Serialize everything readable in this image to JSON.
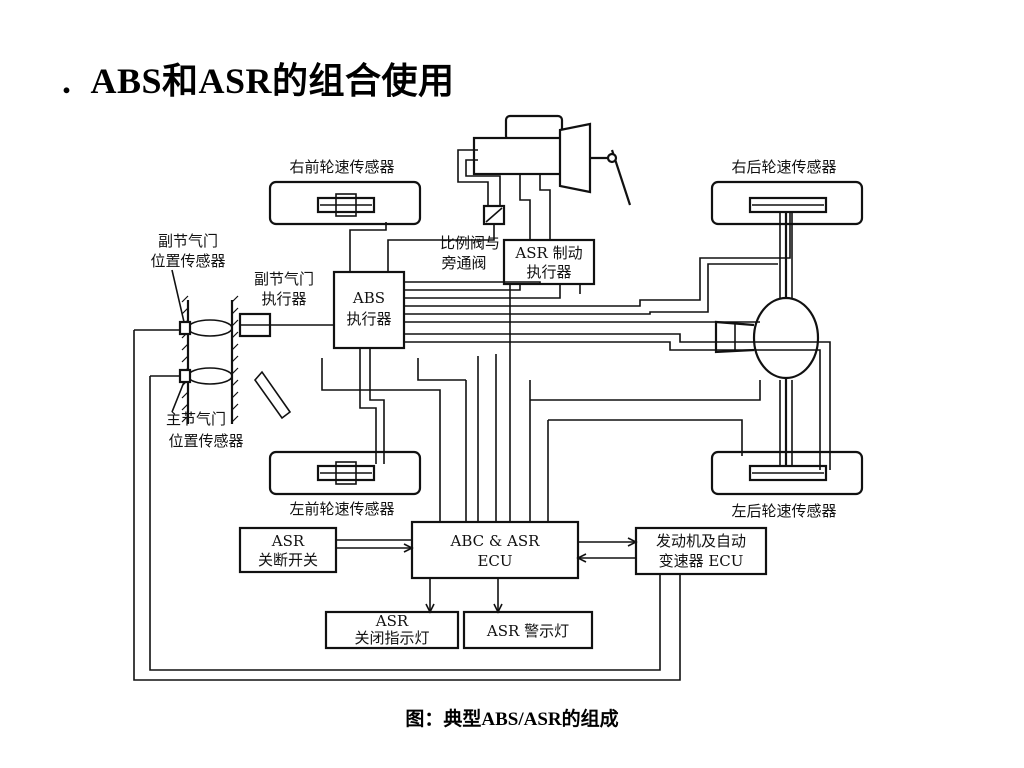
{
  "slide": {
    "bullet": ".",
    "title": "ABS和ASR的组合使用"
  },
  "caption": "图：典型ABS/ASR的组成",
  "diagram": {
    "labels": {
      "front_right_sensor": "右前轮速传感器",
      "rear_right_sensor": "右后轮速传感器",
      "front_left_sensor": "左前轮速传感器",
      "rear_left_sensor": "左后轮速传感器",
      "sub_throttle_sensor_l1": "副节气门",
      "sub_throttle_sensor_l2": "位置传感器",
      "sub_throttle_actuator_l1": "副节气门",
      "sub_throttle_actuator_l2": "执行器",
      "main_throttle_sensor_l1": "主节气门",
      "main_throttle_sensor_l2": "位置传感器",
      "proportion_valve_l1": "比例阀与",
      "proportion_valve_l2": "旁通阀"
    },
    "boxes": {
      "abs_actuator_l1": "ABS",
      "abs_actuator_l2": "执行器",
      "asr_brake_actuator_l1": "ASR 制动",
      "asr_brake_actuator_l2": "执行器",
      "ecu_l1": "ABC & ASR",
      "ecu_l2": "ECU",
      "asr_switch_l1": "ASR",
      "asr_switch_l2": "关断开关",
      "engine_ecu_l1": "发动机及自动",
      "engine_ecu_l2": "变速器 ECU",
      "asr_close_light_l1": "ASR",
      "asr_close_light_l2": "关闭指示灯",
      "asr_warning_light": "ASR 警示灯"
    }
  }
}
